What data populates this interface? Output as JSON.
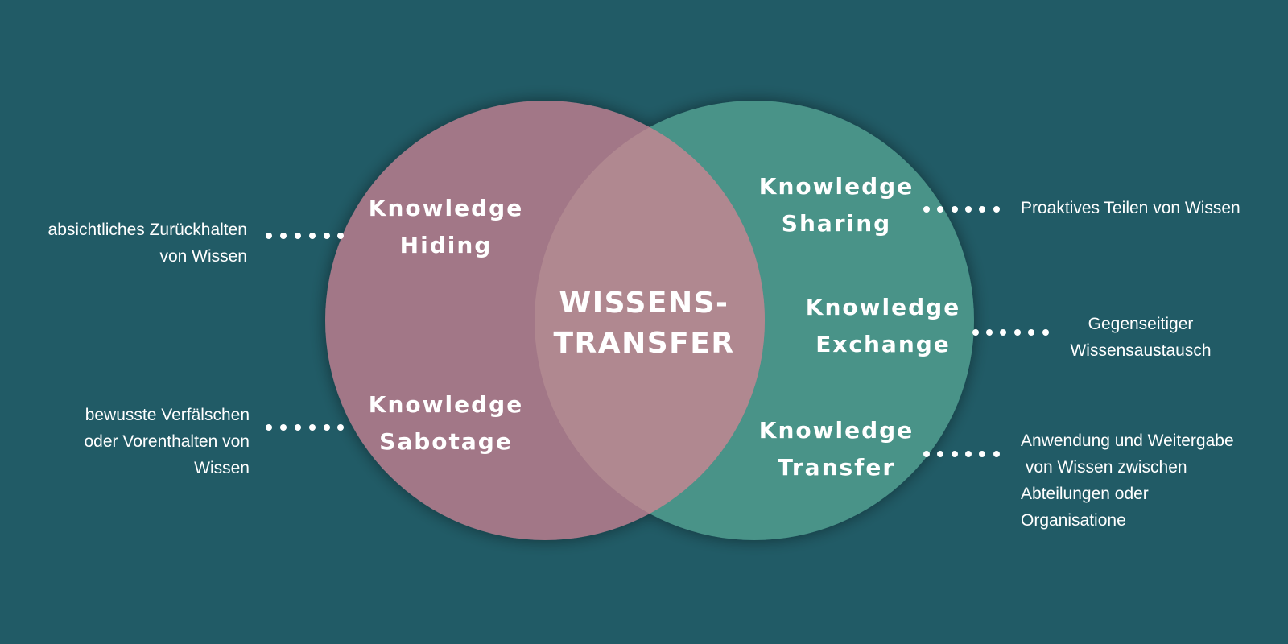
{
  "colors": {
    "background": "#215b66",
    "left_circle": "#a27787",
    "right_circle": "#4a9388",
    "overlap": "#b08890",
    "text": "#ffffff"
  },
  "center": {
    "line1": "WISSENS-",
    "line2": "TRANSFER"
  },
  "left_circle": {
    "hiding": {
      "line1": "Knowledge",
      "line2": "Hiding"
    },
    "sabotage": {
      "line1": "Knowledge",
      "line2": "Sabotage"
    }
  },
  "right_circle": {
    "sharing": {
      "line1": "Knowledge",
      "line2": "Sharing"
    },
    "exchange": {
      "line1": "Knowledge",
      "line2": "Exchange"
    },
    "transfer": {
      "line1": "Knowledge",
      "line2": "Transfer"
    }
  },
  "descriptions": {
    "hiding": [
      "absichtliches Zurückhalten",
      "von Wissen"
    ],
    "sabotage": [
      "bewusste Verfälschen",
      "oder Vorenthalten von",
      "Wissen"
    ],
    "sharing": [
      "Proaktives Teilen von Wissen"
    ],
    "exchange": [
      "Gegenseitiger",
      "Wissensaustausch"
    ],
    "transfer": [
      "Anwendung und Weitergabe",
      " von Wissen zwischen",
      "Abteilungen oder",
      "Organisatione"
    ]
  }
}
